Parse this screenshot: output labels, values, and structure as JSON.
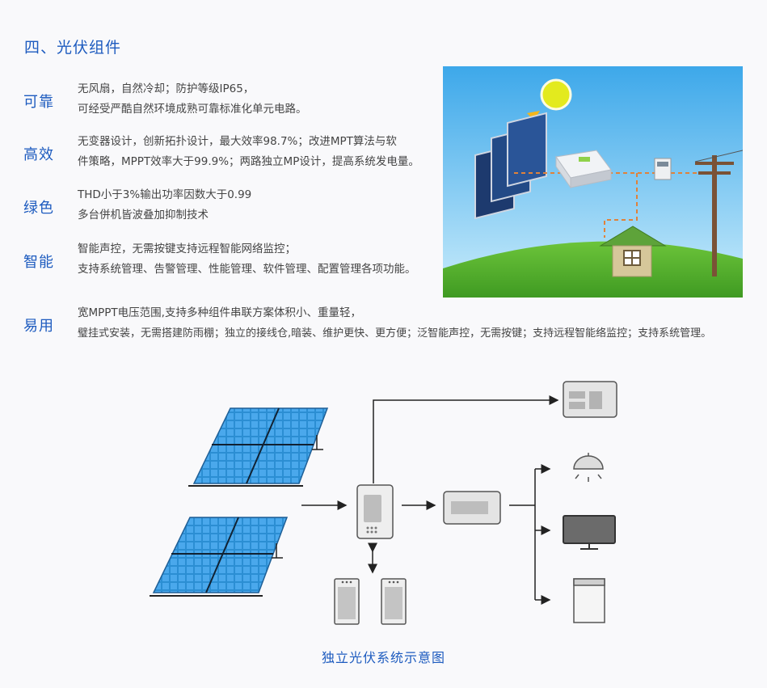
{
  "section": {
    "title": "四、光伏组件"
  },
  "features": [
    {
      "label": "可靠",
      "lines": [
        "无风扇，自然冷却；防护等级IP65，",
        "可经受严酷自然环境成熟可靠标准化单元电路。"
      ]
    },
    {
      "label": "高效",
      "lines": [
        "无变器设计，创新拓扑设计，最大效率98.7%；改进MPT算法与软",
        "件策略，MPPT效率大于99.9%；两路独立MP设计，提高系统发电量。"
      ]
    },
    {
      "label": "绿色",
      "lines": [
        "THD小于3%输出功率因数大于0.99",
        "多台併机皆波叠加抑制技术"
      ]
    },
    {
      "label": "智能",
      "lines": [
        "智能声控，无需按键支持远程智能网络监控；",
        "支持系统管理、告警管理、性能管理、软件管理、配置管理各项功能。"
      ]
    },
    {
      "label": "易用",
      "lines": [
        "宽MPPT电压范围,支持多种组件串联方案体积小、重量轻，",
        "璧挂式安装，无需搭建防雨棚；独立的接线仓,暗装、维护更快、更方便；泛智能声控，无需按键；支持远程智能络监控；支持系统管理。"
      ]
    }
  ],
  "diagram": {
    "caption": "独立光伏系统示意图"
  },
  "colors": {
    "accent": "#1d5bbf",
    "text": "#444444",
    "sky": "#5fb8ee",
    "grass": "#5cb830"
  },
  "icons": [
    "sun-icon",
    "solar-panel-icon",
    "inverter-icon",
    "meter-icon",
    "utility-pole-icon",
    "house-icon",
    "controller-icon",
    "battery-icon",
    "lamp-icon",
    "monitor-icon",
    "fridge-icon",
    "appliance-icon"
  ]
}
